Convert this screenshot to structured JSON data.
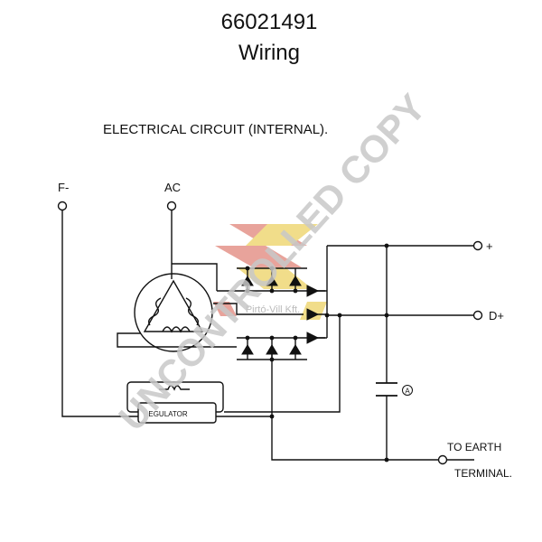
{
  "header": {
    "part_number": "66021491",
    "subtitle": "Wiring"
  },
  "diagram": {
    "heading": "ELECTRICAL CIRCUIT (INTERNAL).",
    "terminals": {
      "field_negative": "F-",
      "ac": "AC",
      "positive": "+",
      "d_plus": "D+",
      "to_earth_line1": "TO EARTH",
      "to_earth_line2": "TERMINAL."
    },
    "regulator_label": "EGULATOR",
    "capacitor_label": "A"
  },
  "watermark": {
    "text": "UNCONTROLLED COPY",
    "logo_caption": "Pirtó-Vill Kft.",
    "logo_colors": [
      "#e8a39b",
      "#f1dd8a"
    ]
  }
}
